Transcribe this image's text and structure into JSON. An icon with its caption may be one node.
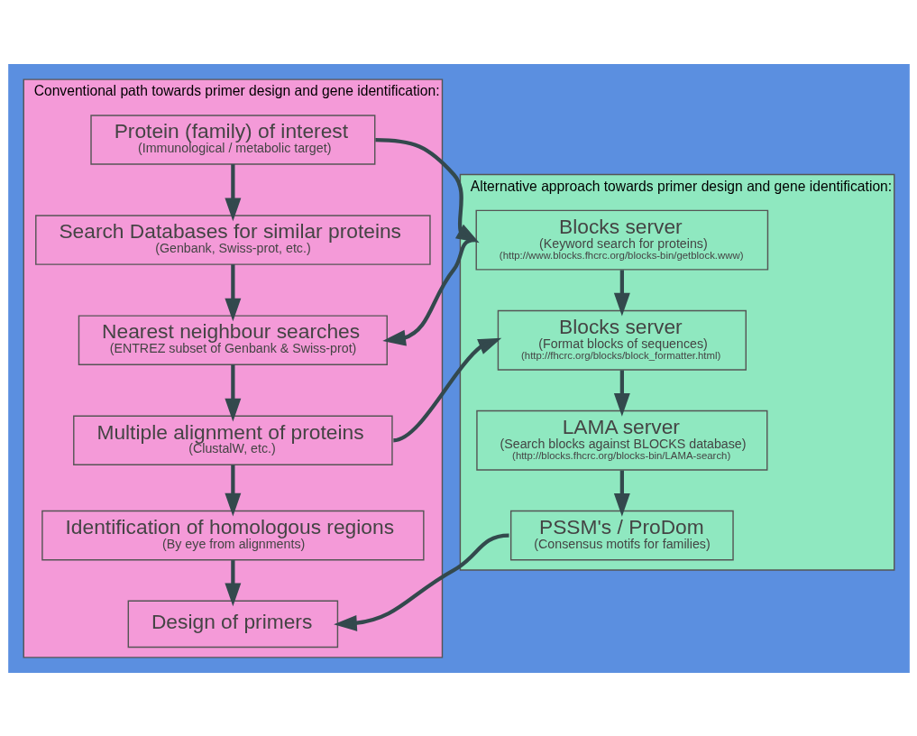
{
  "diagram": {
    "nodes": [
      {
        "text": [
          "Conventional path towards primer design and gene identification:"
        ]
      },
      {
        "text": [
          "Protein (family) of interest",
          "(Immunological / metabolic target)"
        ],
        "in": 0
      },
      {
        "text": [
          "Search Databases for similar proteins",
          "(Genbank, Swiss-prot, etc.)"
        ],
        "in": 0
      },
      {
        "text": [
          "Nearest neighbour searches",
          "(ENTREZ subset of Genbank & Swiss-prot)"
        ],
        "in": 0
      },
      {
        "text": [
          "Multiple alignment of proteins",
          "(ClustalW, etc.)"
        ],
        "in": 0
      },
      {
        "text": [
          "Identification of homologous regions",
          "(By eye from alignments)"
        ],
        "in": 0
      },
      {
        "text": [
          "Design of primers"
        ],
        "in": 0
      },
      {
        "text": [
          "Alternative approach towards primer design and gene identification:"
        ]
      },
      {
        "text": [
          "Blocks server",
          "(Keyword search for proteins)",
          "(http://www.blocks.fhcrc.org/blocks-bin/getblock.www)"
        ],
        "in": 7
      },
      {
        "text": [
          "Blocks server",
          "(Format blocks of sequences)",
          "(http://fhcrc.org/blocks/block_formatter.html)"
        ],
        "in": 7
      },
      {
        "text": [
          "LAMA server",
          "(Search blocks against BLOCKS database)",
          "(http://blocks.fhcrc.org/blocks-bin/LAMA-search)"
        ],
        "in": 7
      },
      {
        "text": [
          "PSSM's / ProDom",
          "(Consensus motifs for families)"
        ],
        "in": 7
      }
    ],
    "edges": [
      {
        "from": 1,
        "to": 2,
        "arrow": "to"
      },
      {
        "from": 2,
        "to": 3,
        "arrow": "to"
      },
      {
        "from": 3,
        "to": 4,
        "arrow": "to"
      },
      {
        "from": 4,
        "to": 5,
        "arrow": "to"
      },
      {
        "from": 5,
        "to": 6,
        "arrow": "to"
      },
      {
        "from": 1,
        "to": 8,
        "arrow": "to"
      },
      {
        "from": 8,
        "to": 3,
        "arrow": "to"
      },
      {
        "from": 4,
        "to": 9,
        "arrow": "to"
      },
      {
        "from": 8,
        "to": 9,
        "arrow": "to"
      },
      {
        "from": 9,
        "to": 10,
        "arrow": "to"
      },
      {
        "from": 10,
        "to": 11,
        "arrow": "to"
      },
      {
        "from": 11,
        "to": 6,
        "arrow": "to"
      }
    ]
  }
}
